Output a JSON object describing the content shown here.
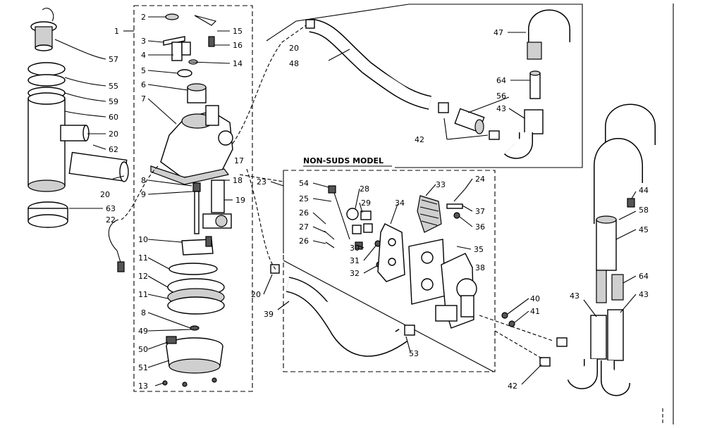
{
  "diagram": {
    "submodel_title": "NON-SUDS MODEL",
    "callouts": [
      {
        "id": "c1",
        "text": "1"
      },
      {
        "id": "c2",
        "text": "2"
      },
      {
        "id": "c3",
        "text": "3"
      },
      {
        "id": "c4",
        "text": "4"
      },
      {
        "id": "c5",
        "text": "5"
      },
      {
        "id": "c6",
        "text": "6"
      },
      {
        "id": "c7",
        "text": "7"
      },
      {
        "id": "c8a",
        "text": "8"
      },
      {
        "id": "c9",
        "text": "9"
      },
      {
        "id": "c10",
        "text": "10"
      },
      {
        "id": "c11a",
        "text": "11"
      },
      {
        "id": "c12",
        "text": "12"
      },
      {
        "id": "c11b",
        "text": "11"
      },
      {
        "id": "c8b",
        "text": "8"
      },
      {
        "id": "c49",
        "text": "49"
      },
      {
        "id": "c50",
        "text": "50"
      },
      {
        "id": "c51",
        "text": "51"
      },
      {
        "id": "c13",
        "text": "13"
      },
      {
        "id": "c14",
        "text": "14"
      },
      {
        "id": "c15",
        "text": "15"
      },
      {
        "id": "c16",
        "text": "16"
      },
      {
        "id": "c17",
        "text": "17"
      },
      {
        "id": "c18",
        "text": "18"
      },
      {
        "id": "c19",
        "text": "19"
      },
      {
        "id": "c57",
        "text": "57"
      },
      {
        "id": "c55",
        "text": "55"
      },
      {
        "id": "c59",
        "text": "59"
      },
      {
        "id": "c60",
        "text": "60"
      },
      {
        "id": "c20a",
        "text": "20"
      },
      {
        "id": "c62",
        "text": "62"
      },
      {
        "id": "c20b",
        "text": "20"
      },
      {
        "id": "c63",
        "text": "63"
      },
      {
        "id": "c22",
        "text": "22"
      },
      {
        "id": "c20c",
        "text": "20"
      },
      {
        "id": "c48",
        "text": "48"
      },
      {
        "id": "c47",
        "text": "47"
      },
      {
        "id": "c64a",
        "text": "64"
      },
      {
        "id": "c56a",
        "text": "56"
      },
      {
        "id": "c43a",
        "text": "43"
      },
      {
        "id": "c42a",
        "text": "42"
      },
      {
        "id": "c23",
        "text": "23"
      },
      {
        "id": "c54",
        "text": "54"
      },
      {
        "id": "c28",
        "text": "28"
      },
      {
        "id": "c25",
        "text": "25"
      },
      {
        "id": "c29",
        "text": "29"
      },
      {
        "id": "c26a",
        "text": "26"
      },
      {
        "id": "c27",
        "text": "27"
      },
      {
        "id": "c26b",
        "text": "26"
      },
      {
        "id": "c30",
        "text": "30"
      },
      {
        "id": "c31",
        "text": "31"
      },
      {
        "id": "c32",
        "text": "32"
      },
      {
        "id": "c34",
        "text": "34"
      },
      {
        "id": "c33",
        "text": "33"
      },
      {
        "id": "c24",
        "text": "24"
      },
      {
        "id": "c37",
        "text": "37"
      },
      {
        "id": "c36",
        "text": "36"
      },
      {
        "id": "c35",
        "text": "35"
      },
      {
        "id": "c38",
        "text": "38"
      },
      {
        "id": "c40",
        "text": "40"
      },
      {
        "id": "c41",
        "text": "41"
      },
      {
        "id": "c20d",
        "text": "20"
      },
      {
        "id": "c39",
        "text": "39"
      },
      {
        "id": "c53",
        "text": "53"
      },
      {
        "id": "c42b",
        "text": "42"
      },
      {
        "id": "c44",
        "text": "44"
      },
      {
        "id": "c58",
        "text": "58"
      },
      {
        "id": "c45",
        "text": "45"
      },
      {
        "id": "c64b",
        "text": "64"
      },
      {
        "id": "c43b",
        "text": "43"
      },
      {
        "id": "c43c",
        "text": "43"
      }
    ]
  }
}
